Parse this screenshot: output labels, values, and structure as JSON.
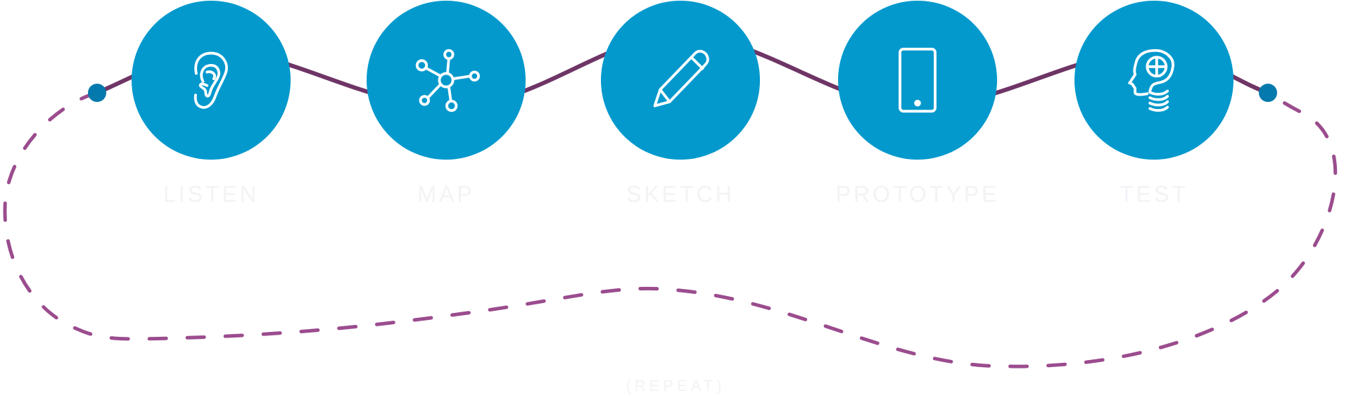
{
  "steps": [
    {
      "label": "LISTEN",
      "icon": "ear-icon"
    },
    {
      "label": "MAP",
      "icon": "network-icon"
    },
    {
      "label": "SKETCH",
      "icon": "pencil-icon"
    },
    {
      "label": "PROTOTYPE",
      "icon": "phone-icon"
    },
    {
      "label": "TEST",
      "icon": "head-brain-icon"
    }
  ],
  "repeat_label": "(REPEAT)",
  "colors": {
    "circle": "#0399cd",
    "dot": "#0479ad",
    "solid_line": "#6e3566",
    "dashed_line": "#9b4c8e",
    "label": "#f2f3f5"
  }
}
